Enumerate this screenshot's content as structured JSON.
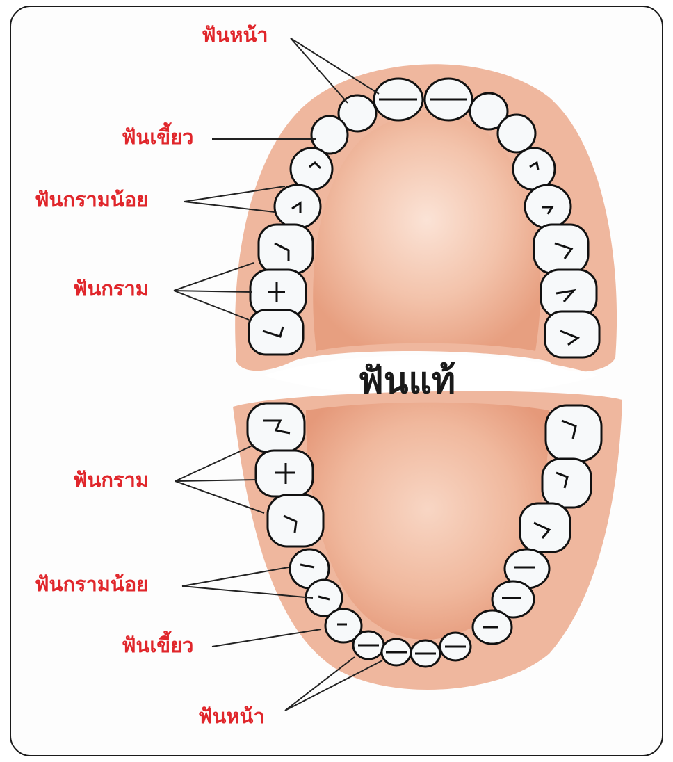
{
  "diagram": {
    "center_label": "ฟันแท้",
    "upper_labels": {
      "incisors": "ฟันหน้า",
      "canine": "ฟันเขี้ยว",
      "premolars": "ฟันกรามน้อย",
      "molars": "ฟันกราม"
    },
    "lower_labels": {
      "molars": "ฟันกราม",
      "premolars": "ฟันกรามน้อย",
      "canine": "ฟันเขี้ยว",
      "incisors": "ฟันหน้า"
    },
    "colors": {
      "label": "#e0262b",
      "center_label": "#1a1a1a",
      "gum": "#eeb59a",
      "gum_dark": "#e49a7a",
      "palate": "#f4c9b4",
      "tooth": "#f7f9fa",
      "outline": "#111111"
    }
  }
}
